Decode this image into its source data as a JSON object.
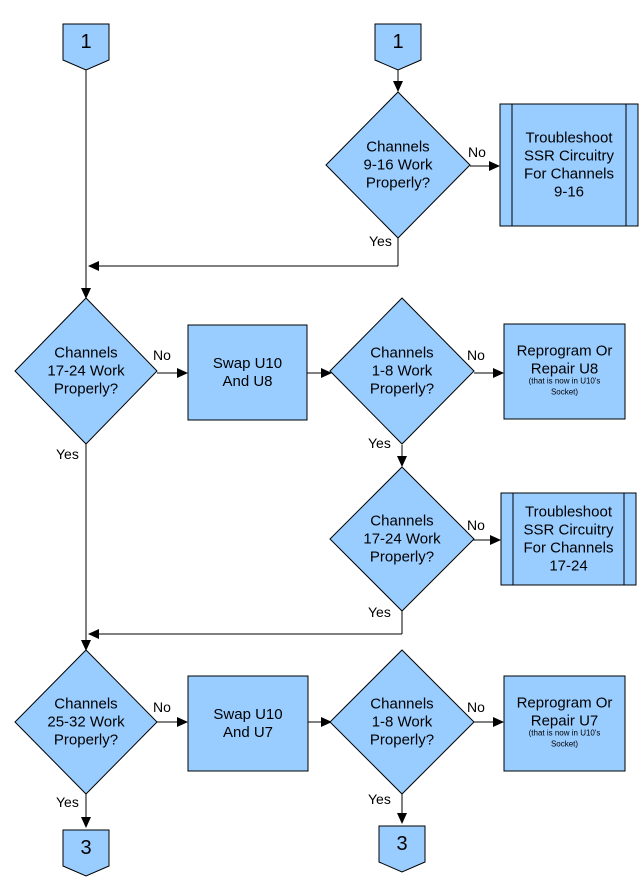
{
  "connectors": {
    "start_left": "1",
    "start_right": "1",
    "end_left": "3",
    "end_right": "3"
  },
  "decisions": {
    "d1": [
      "Channels",
      "9-16 Work",
      "Properly?"
    ],
    "d2": [
      "Channels",
      "17-24 Work",
      "Properly?"
    ],
    "d3": [
      "Channels",
      "1-8 Work",
      "Properly?"
    ],
    "d4": [
      "Channels",
      "17-24 Work",
      "Properly?"
    ],
    "d5": [
      "Channels",
      "25-32 Work",
      "Properly?"
    ],
    "d6": [
      "Channels",
      "1-8 Work",
      "Properly?"
    ]
  },
  "processes": {
    "p1": [
      "Troubleshoot",
      "SSR Circuitry",
      "For Channels",
      "9-16"
    ],
    "p2": [
      "Swap U10",
      "And U8"
    ],
    "p3": {
      "lines": [
        "Reprogram Or",
        "Repair U8"
      ],
      "note": [
        "(that is now in U10's",
        "Socket)"
      ]
    },
    "p4": [
      "Troubleshoot",
      "SSR Circuitry",
      "For Channels",
      "17-24"
    ],
    "p5": [
      "Swap U10",
      "And U7"
    ],
    "p6": {
      "lines": [
        "Reprogram Or",
        "Repair U7"
      ],
      "note": [
        "(that is now in U10's",
        "Socket)"
      ]
    }
  },
  "labels": {
    "yes": "Yes",
    "no": "No"
  },
  "colors": {
    "shape_fill": "#99ccff",
    "stroke": "#000000"
  }
}
